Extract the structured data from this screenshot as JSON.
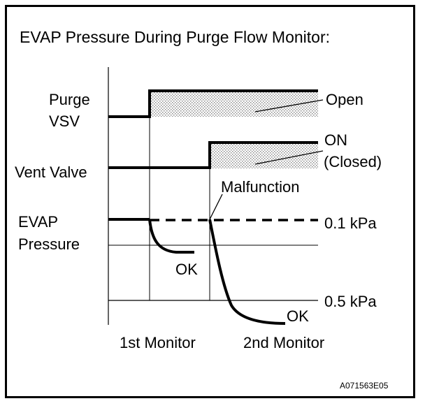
{
  "title": "EVAP Pressure During Purge Flow Monitor:",
  "signals": {
    "purge_vsv": {
      "label_line1": "Purge",
      "label_line2": "VSV",
      "state": "Open"
    },
    "vent_valve": {
      "label": "Vent Valve",
      "state_line1": "ON",
      "state_line2": "(Closed)"
    },
    "evap_pressure": {
      "label_line1": "EVAP",
      "label_line2": "Pressure"
    }
  },
  "annotations": {
    "malfunction": "Malfunction",
    "ok_first": "OK",
    "ok_second": "OK",
    "level_high": "0.1 kPa",
    "level_low": "0.5 kPa"
  },
  "phases": {
    "first": "1st Monitor",
    "second": "2nd Monitor"
  },
  "figure_code": "A071563E05",
  "colors": {
    "ink": "#000000",
    "background": "#ffffff",
    "hatch": "#9a9a9a"
  }
}
